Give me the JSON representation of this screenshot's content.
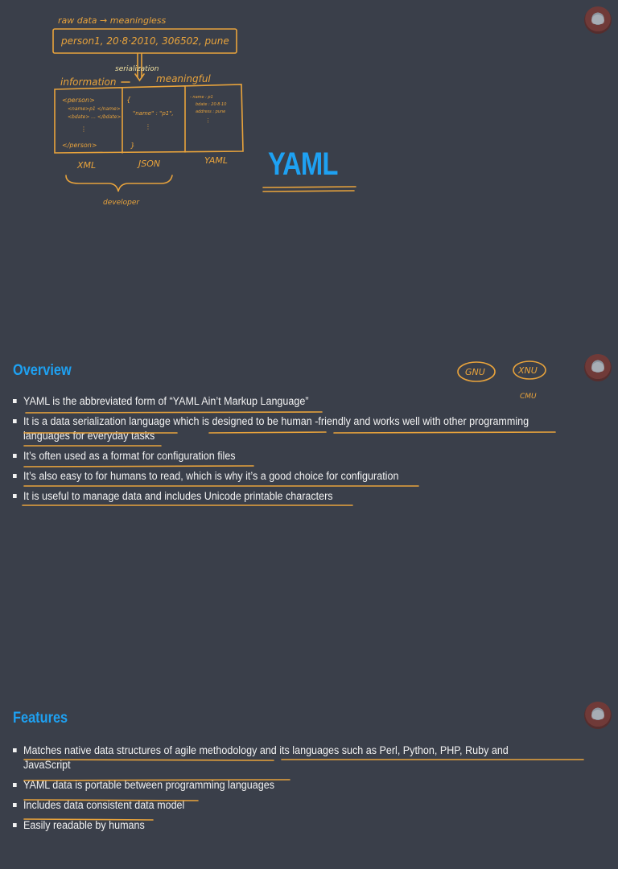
{
  "slide1": {
    "title": "YAML",
    "sketch": {
      "top_note": "raw data → meaningless",
      "data_box": "person1, 20·8·2010, 306502, pune",
      "arrow_label": "serialization",
      "left_label": "information",
      "right_label": "meaningful",
      "xml_lines": [
        "<person>",
        "<name>p1 </name>",
        "<bdate> ... </bdate>",
        "⋮",
        "</person>"
      ],
      "json_lines": [
        "{",
        "\"name\" : \"p1\",",
        "⋮",
        "}"
      ],
      "yaml_lines": [
        "- name : p1",
        "bdate : 20·8·10",
        "address : pune",
        "⋮"
      ],
      "column_labels": [
        "XML",
        "JSON",
        "YAML"
      ],
      "brace_label": "developer"
    }
  },
  "slide2": {
    "heading": "Overview",
    "sketch": {
      "circle1": "GNU",
      "circle2": "XNU",
      "below": "CMU"
    },
    "bullets": [
      "YAML is the abbreviated form of “YAML Ain’t Markup Language”",
      "It is a data serialization language which is designed to be human -friendly and works well with other programming languages for everyday tasks",
      "It’s often used as a format for configuration files",
      "It’s also easy to for humans to read, which is why it’s a good choice for configuration",
      "It is useful to manage data and includes Unicode printable characters"
    ]
  },
  "slide3": {
    "heading": "Features",
    "bullets": [
      "Matches native data structures of agile methodology and its languages such as Perl, Python, PHP, Ruby and JavaScript",
      "YAML data is portable between programming languages",
      "Includes data consistent data model",
      "Easily readable by humans"
    ]
  },
  "colors": {
    "background": "#3a3f4a",
    "accent": "#1ea1f2",
    "ink": "#e8a33c",
    "text": "#f2f2f2"
  }
}
